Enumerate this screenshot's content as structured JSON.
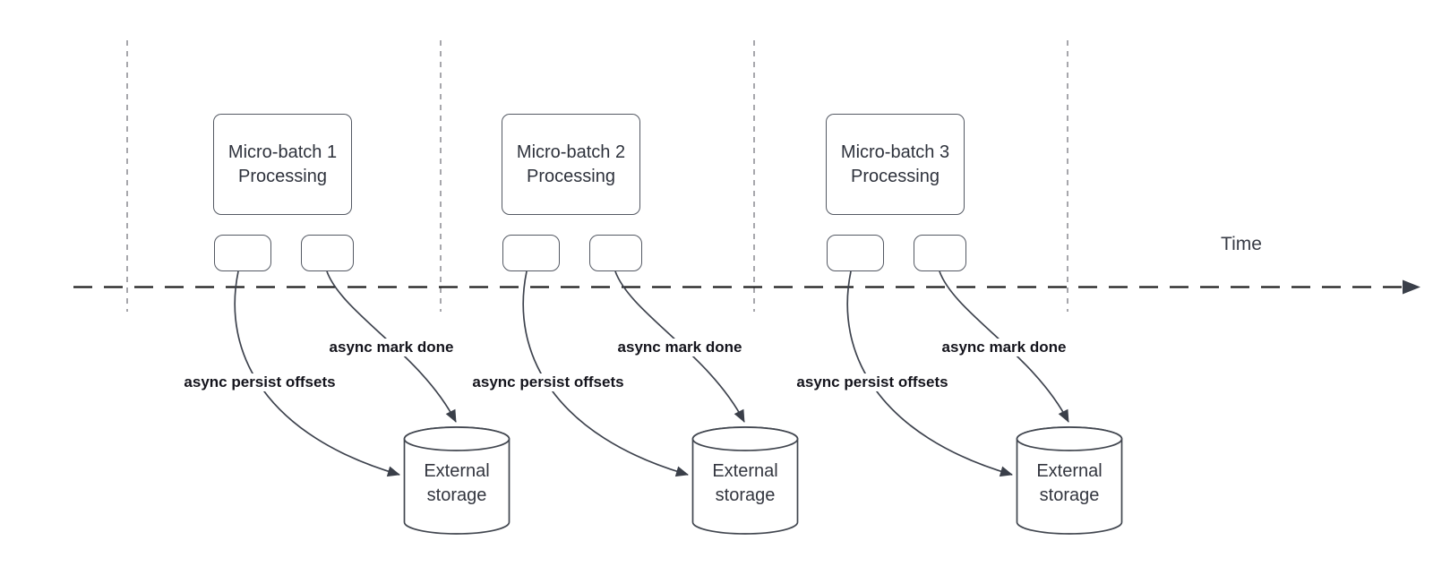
{
  "diagram": {
    "time_label": "Time",
    "sections": [
      {
        "processing_label": "Micro-batch 1\nProcessing",
        "persist_label": "async persist offsets",
        "mark_done_label": "async mark done",
        "storage_label": "External\nstorage"
      },
      {
        "processing_label": "Micro-batch 2\nProcessing",
        "persist_label": "async persist offsets",
        "mark_done_label": "async mark done",
        "storage_label": "External\nstorage"
      },
      {
        "processing_label": "Micro-batch 3\nProcessing",
        "persist_label": "async persist offsets",
        "mark_done_label": "async mark done",
        "storage_label": "External\nstorage"
      }
    ],
    "colors": {
      "shape_stroke": "#545963",
      "cylinder_stroke": "#41464f",
      "arrow_stroke": "#3d424d",
      "arrowhead_fill": "#3a3f49",
      "guide_dash": "#98989e",
      "timeline": "#1f1f1f",
      "node_text": "#2e323c",
      "label_text": "#14141c",
      "background": "#ffffff"
    }
  }
}
